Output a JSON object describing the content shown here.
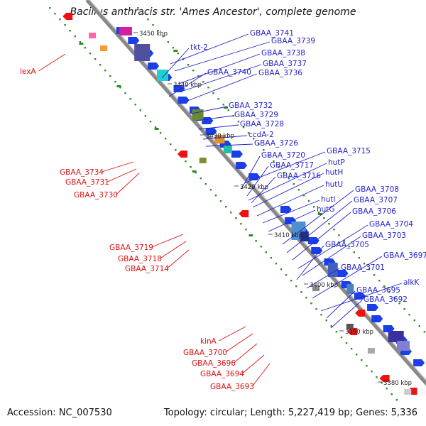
{
  "title": "Bacillus anthracis str. 'Ames Ancestor', complete genome",
  "footer": {
    "accession": "Accession: NC_007530",
    "summary": "Topology: circular; Length: 5,227,419 bp; Genes: 5,336"
  },
  "colors": {
    "forward_label": "#2222cc",
    "reverse_label": "#dd1111",
    "forward_gene": "#1a3ee8",
    "reverse_gene": "#ee1111",
    "backbone": "#888888",
    "dots": "#2e8b22"
  },
  "scale_ticks": [
    "3450 kbp",
    "3440 kbp",
    "3430 kbp",
    "3420 kbp",
    "3410 kbp",
    "3400 kbp",
    "3390 kbp",
    "3380 kbp"
  ],
  "forward_labels": [
    "GBAA_3741",
    "GBAA_3739",
    "tkt-2",
    "GBAA_3738",
    "GBAA_3737",
    "GBAA_3740",
    "GBAA_3736",
    "GBAA_3732",
    "GBAA_3729",
    "GBAA_3728",
    "ccdA-2",
    "GBAA_3726",
    "GBAA_3715",
    "GBAA_3720",
    "hutP",
    "GBAA_3717",
    "hutH",
    "GBAA_3716",
    "hutU",
    "GBAA_3708",
    "hutI",
    "GBAA_3707",
    "hutG",
    "GBAA_3706",
    "GBAA_3704",
    "GBAA_3703",
    "GBAA_3705",
    "GBAA_3697",
    "GBAA_3701",
    "alkK",
    "GBAA_3695",
    "GBAA_3692"
  ],
  "reverse_labels": [
    "lexA",
    "GBAA_3734",
    "GBAA_3731",
    "GBAA_3730",
    "GBAA_3719",
    "GBAA_3718",
    "GBAA_3714",
    "kinA",
    "GBAA_3700",
    "GBAA_3696",
    "GBAA_3694",
    "GBAA_3693"
  ]
}
